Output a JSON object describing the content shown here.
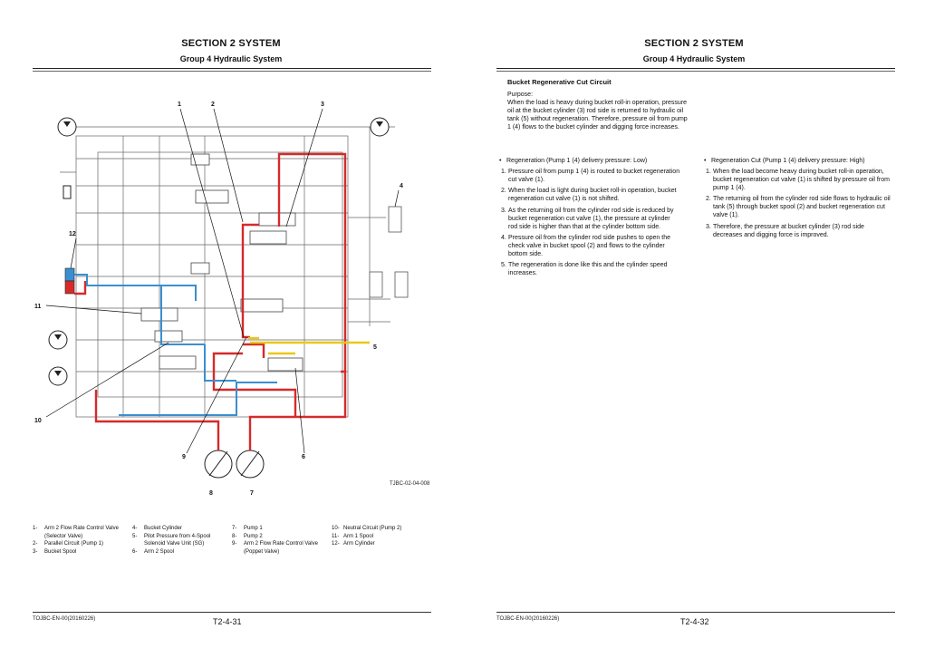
{
  "left_page": {
    "section_title": "SECTION 2 SYSTEM",
    "group_title": "Group 4 Hydraulic System",
    "diagram_callouts": [
      "1",
      "2",
      "3",
      "4",
      "5",
      "6",
      "7",
      "8",
      "9",
      "10",
      "11",
      "12"
    ],
    "diagram_ref": "TJBC-02-04-008",
    "legend": [
      {
        "num": "1-",
        "text": "Arm 2 Flow Rate Control Valve (Selector Valve)"
      },
      {
        "num": "2-",
        "text": "Parallel Circuit (Pump 1)"
      },
      {
        "num": "3-",
        "text": "Bucket Spool"
      },
      {
        "num": "4-",
        "text": "Bucket Cylinder"
      },
      {
        "num": "5-",
        "text": "Pilot Pressure from 4-Spool Solenoid Valve Unit (SG)"
      },
      {
        "num": "6-",
        "text": "Arm 2 Spool"
      },
      {
        "num": "7-",
        "text": "Pump 1"
      },
      {
        "num": "8-",
        "text": "Pump 2"
      },
      {
        "num": "9-",
        "text": "Arm 2 Flow Rate Control Valve (Poppet Valve)"
      },
      {
        "num": "10-",
        "text": "Neutral Circuit (Pump 2)"
      },
      {
        "num": "11-",
        "text": "Arm 1 Spool"
      },
      {
        "num": "12-",
        "text": "Arm Cylinder"
      }
    ],
    "footer_code": "TOJBC-EN-00(20160226)",
    "page_number": "T2-4-31"
  },
  "right_page": {
    "section_title": "SECTION 2 SYSTEM",
    "group_title": "Group 4 Hydraulic System",
    "heading": "Bucket Regenerative Cut Circuit",
    "purpose_label": "Purpose:",
    "purpose_text": "When the load is heavy during bucket roll-in operation, pressure oil at the bucket cylinder (3) rod side is returned to hydraulic oil tank (5) without regeneration. Therefore, pressure oil from pump 1 (4) flows to the bucket cylinder and digging force increases.",
    "col1": {
      "bullet": "Regeneration (Pump 1 (4) delivery pressure: Low)",
      "items": [
        {
          "n": "1.",
          "t": "Pressure oil from pump 1 (4) is routed to bucket regeneration cut valve (1)."
        },
        {
          "n": "2.",
          "t": "When the load is light during bucket roll-in operation, bucket regeneration cut valve (1) is not shifted."
        },
        {
          "n": "3.",
          "t": "As the returning oil from the cylinder rod side is reduced by bucket regeneration cut valve (1), the pressure at cylinder rod side is higher than that at the cylinder bottom side."
        },
        {
          "n": "4.",
          "t": "Pressure oil from the cylinder rod side pushes to open the check valve in bucket spool (2) and flows to the cylinder bottom side."
        },
        {
          "n": "5.",
          "t": "The regeneration is done like this and the cylinder speed increases."
        }
      ]
    },
    "col2": {
      "bullet": "Regeneration  Cut (Pump 1 (4) delivery pressure: High)",
      "items": [
        {
          "n": "1.",
          "t": "When the load become heavy during bucket roll-in operation, bucket regeneration cut valve (1) is shifted by pressure oil from pump 1 (4)."
        },
        {
          "n": "2.",
          "t": "The returning oil from the cylinder rod side flows to hydraulic oil tank (5) through bucket spool (2) and bucket regeneration cut valve (1)."
        },
        {
          "n": "3.",
          "t": "Therefore, the pressure at bucket cylinder (3) rod side decreases and digging force is improved."
        }
      ]
    },
    "footer_code": "TOJBC-EN-00(20160226)",
    "page_number": "T2-4-32"
  },
  "colors": {
    "high_pressure": "#d62a2a",
    "return": "#3a8fd0",
    "pilot": "#e8c81a",
    "line": "#555555"
  }
}
